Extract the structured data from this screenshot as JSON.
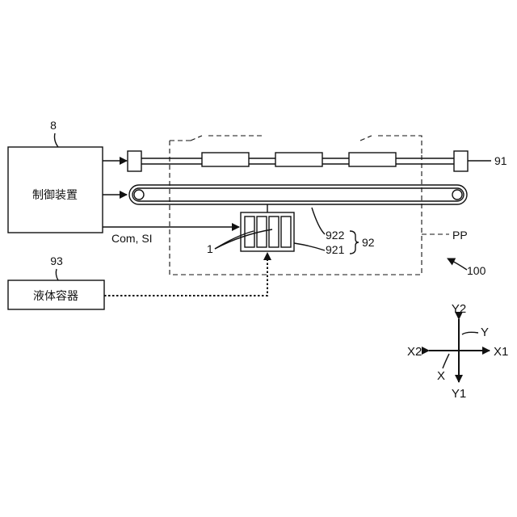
{
  "labels": {
    "controller_ref": "8",
    "controller_name": "制御装置",
    "carriage_ref": "91",
    "belt_ref_922": "922",
    "head_ref_921": "921",
    "transport_ref": "92",
    "nozzle_ref": "1",
    "signal_label": "Com, SI",
    "container_ref": "93",
    "container_name": "液体容器",
    "area_label": "PP",
    "device_ref": "100"
  },
  "axes": {
    "y2": "Y2",
    "y": "Y",
    "x2": "X2",
    "x1": "X1",
    "x": "X",
    "y1": "Y1"
  }
}
